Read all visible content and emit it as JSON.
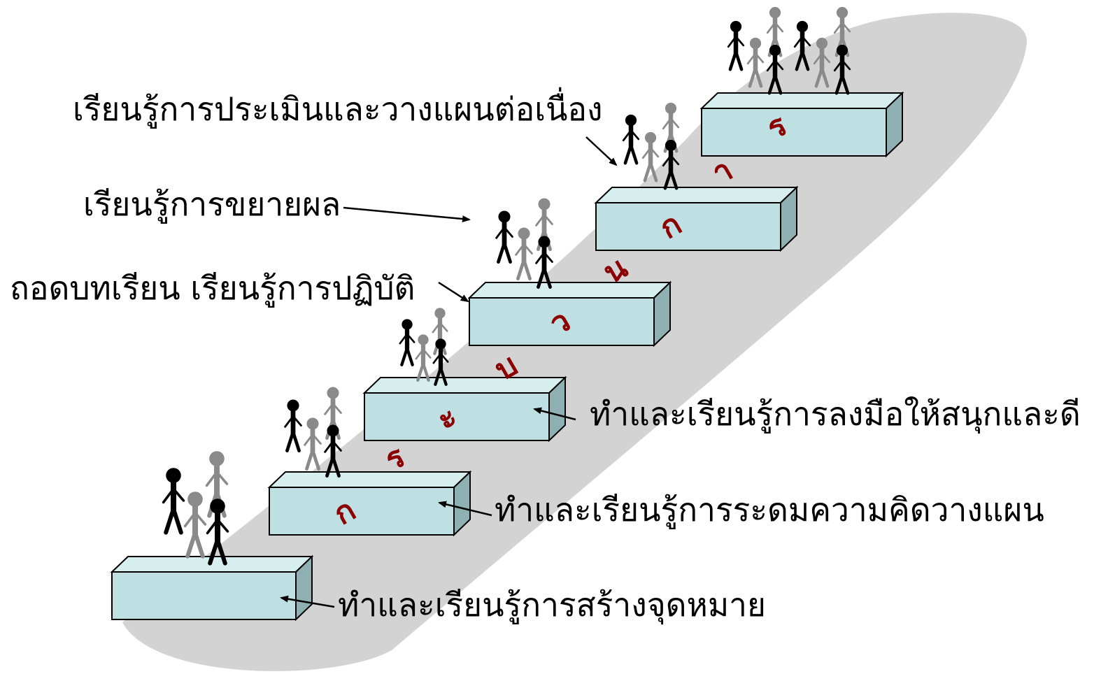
{
  "labels": {
    "step1": "ทำและเรียนรู้การสร้างจุดหมาย",
    "step2": "ทำและเรียนรู้การระดมความคิดวางแผน",
    "step3": "ทำและเรียนรู้การลงมือให้สนุกและดี",
    "step4": "ถอดบทเรียน เรียนรู้การปฏิบัติ",
    "step5": "เรียนรู้การขยายผล",
    "step6": "เรียนรู้การประเมินและวางแผนต่อเนื่อง"
  },
  "letters": {
    "l1": "ก",
    "l2": "ร",
    "l3": "ะ",
    "l4": "บ",
    "l5": "ว",
    "l6": "น",
    "l7": "ก",
    "l8": "า",
    "l9": "ร"
  },
  "colors": {
    "ramp": "#d3d3d3",
    "block_face": "#bfe0e2",
    "block_side": "#8fb0b2",
    "block_top": "#d6eeee",
    "letter": "#8b0000",
    "person_dark": "#000000",
    "person_gray": "#8a8a8a"
  }
}
